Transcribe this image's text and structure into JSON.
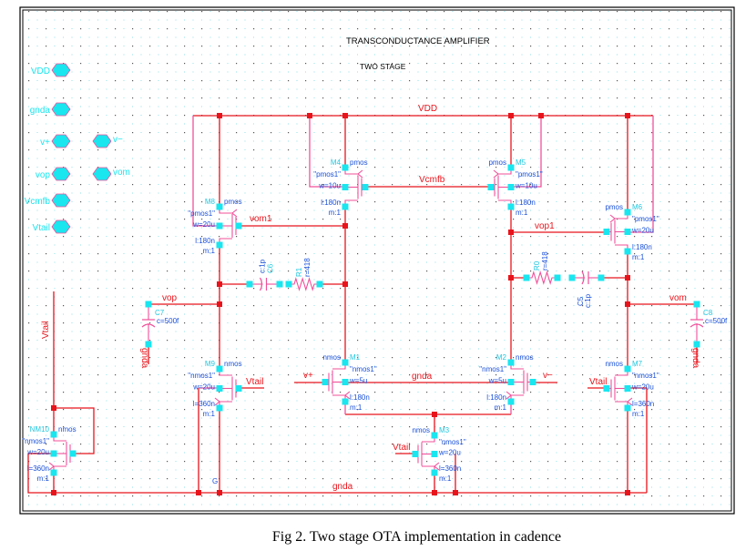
{
  "header": {
    "title": "TRANSCONDUCTANCE AMPLIFIER",
    "subtitle": "TWO STAGE"
  },
  "pins": [
    {
      "label": "VDD"
    },
    {
      "label": "gnda"
    },
    {
      "label": "v+"
    },
    {
      "label": "v−"
    },
    {
      "label": "vop"
    },
    {
      "label": "vom"
    },
    {
      "label": "Vcmfb"
    },
    {
      "label": "Vtail"
    }
  ],
  "nets": {
    "vdd": "VDD",
    "vcmfb": "Vcmfb",
    "vom1": "vom1",
    "vop1": "vop1",
    "vop": "vop",
    "vom": "vom",
    "gnda_bottom": "gnda",
    "gnda_mid": "gnda",
    "vin_p": "v+",
    "vin_m": "v−",
    "vtail_m9": "Vtail",
    "vtail_m3": "Vtail",
    "vtail_m7": "Vtail",
    "vtail_bias": "Vtail",
    "gnda_c7": "gnda",
    "gnda_c8": "gnda",
    "g_mark": "G"
  },
  "transistors": [
    {
      "name": "M8",
      "type": "pmos",
      "model": "\"pmos1\"",
      "w": "w=20u",
      "l": "l:180n",
      "m": "m:1"
    },
    {
      "name": "M4",
      "type": "pmos",
      "model": "\"pmos1\"",
      "w": "w=10u",
      "l": "l:180n",
      "m": "m:1"
    },
    {
      "name": "M5",
      "type": "pmos",
      "model": "\"pmos1\"",
      "w": "w=10u",
      "l": "l:180n",
      "m": "m:1"
    },
    {
      "name": "M6",
      "type": "pmos",
      "model": "\"pmos1\"",
      "w": "w=20u",
      "l": "l:180n",
      "m": "m:1"
    },
    {
      "name": "M9",
      "type": "nmos",
      "model": "\"nmos1\"",
      "w": "w=20u",
      "l": "l=360n",
      "m": "m:1"
    },
    {
      "name": "M1",
      "type": "nmos",
      "model": "\"nmos1\"",
      "w": "w=5u",
      "l": "l:180n",
      "m": "m:1"
    },
    {
      "name": "M2",
      "type": "nmos",
      "model": "\"nmos1\"",
      "w": "w=5u",
      "l": "l:180n",
      "m": "m:1"
    },
    {
      "name": "M7",
      "type": "nmos",
      "model": "\"nmos1\"",
      "w": "w=20u",
      "l": "l=360n",
      "m": "m:1"
    },
    {
      "name": "M3",
      "type": "nmos",
      "model": "\"nmos1\"",
      "w": "w=20u",
      "l": "l=360n",
      "m": "m:1"
    },
    {
      "name": "NM10",
      "type": "nmos",
      "model": "\"nmos1\"",
      "w": "w=20u",
      "l": "l=360n",
      "m": "m:1"
    }
  ],
  "capacitors": [
    {
      "name": "C7",
      "value": "c=500f"
    },
    {
      "name": "C8",
      "value": "c=500f"
    },
    {
      "name": "C6",
      "value": "c:1p"
    },
    {
      "name": "C5",
      "value": "c:1p"
    }
  ],
  "resistors": [
    {
      "name": "R1",
      "value": "r=418"
    },
    {
      "name": "R0",
      "value": "r=418"
    }
  ],
  "caption": "Fig  2. Two stage OTA implementation in cadence",
  "colors": {
    "net_wire": "#e8141c",
    "device": "#f0509a",
    "terminal": "#19e6ef",
    "instance_name": "#21c8e0",
    "param": "#1a50d8",
    "text": "#000000"
  }
}
